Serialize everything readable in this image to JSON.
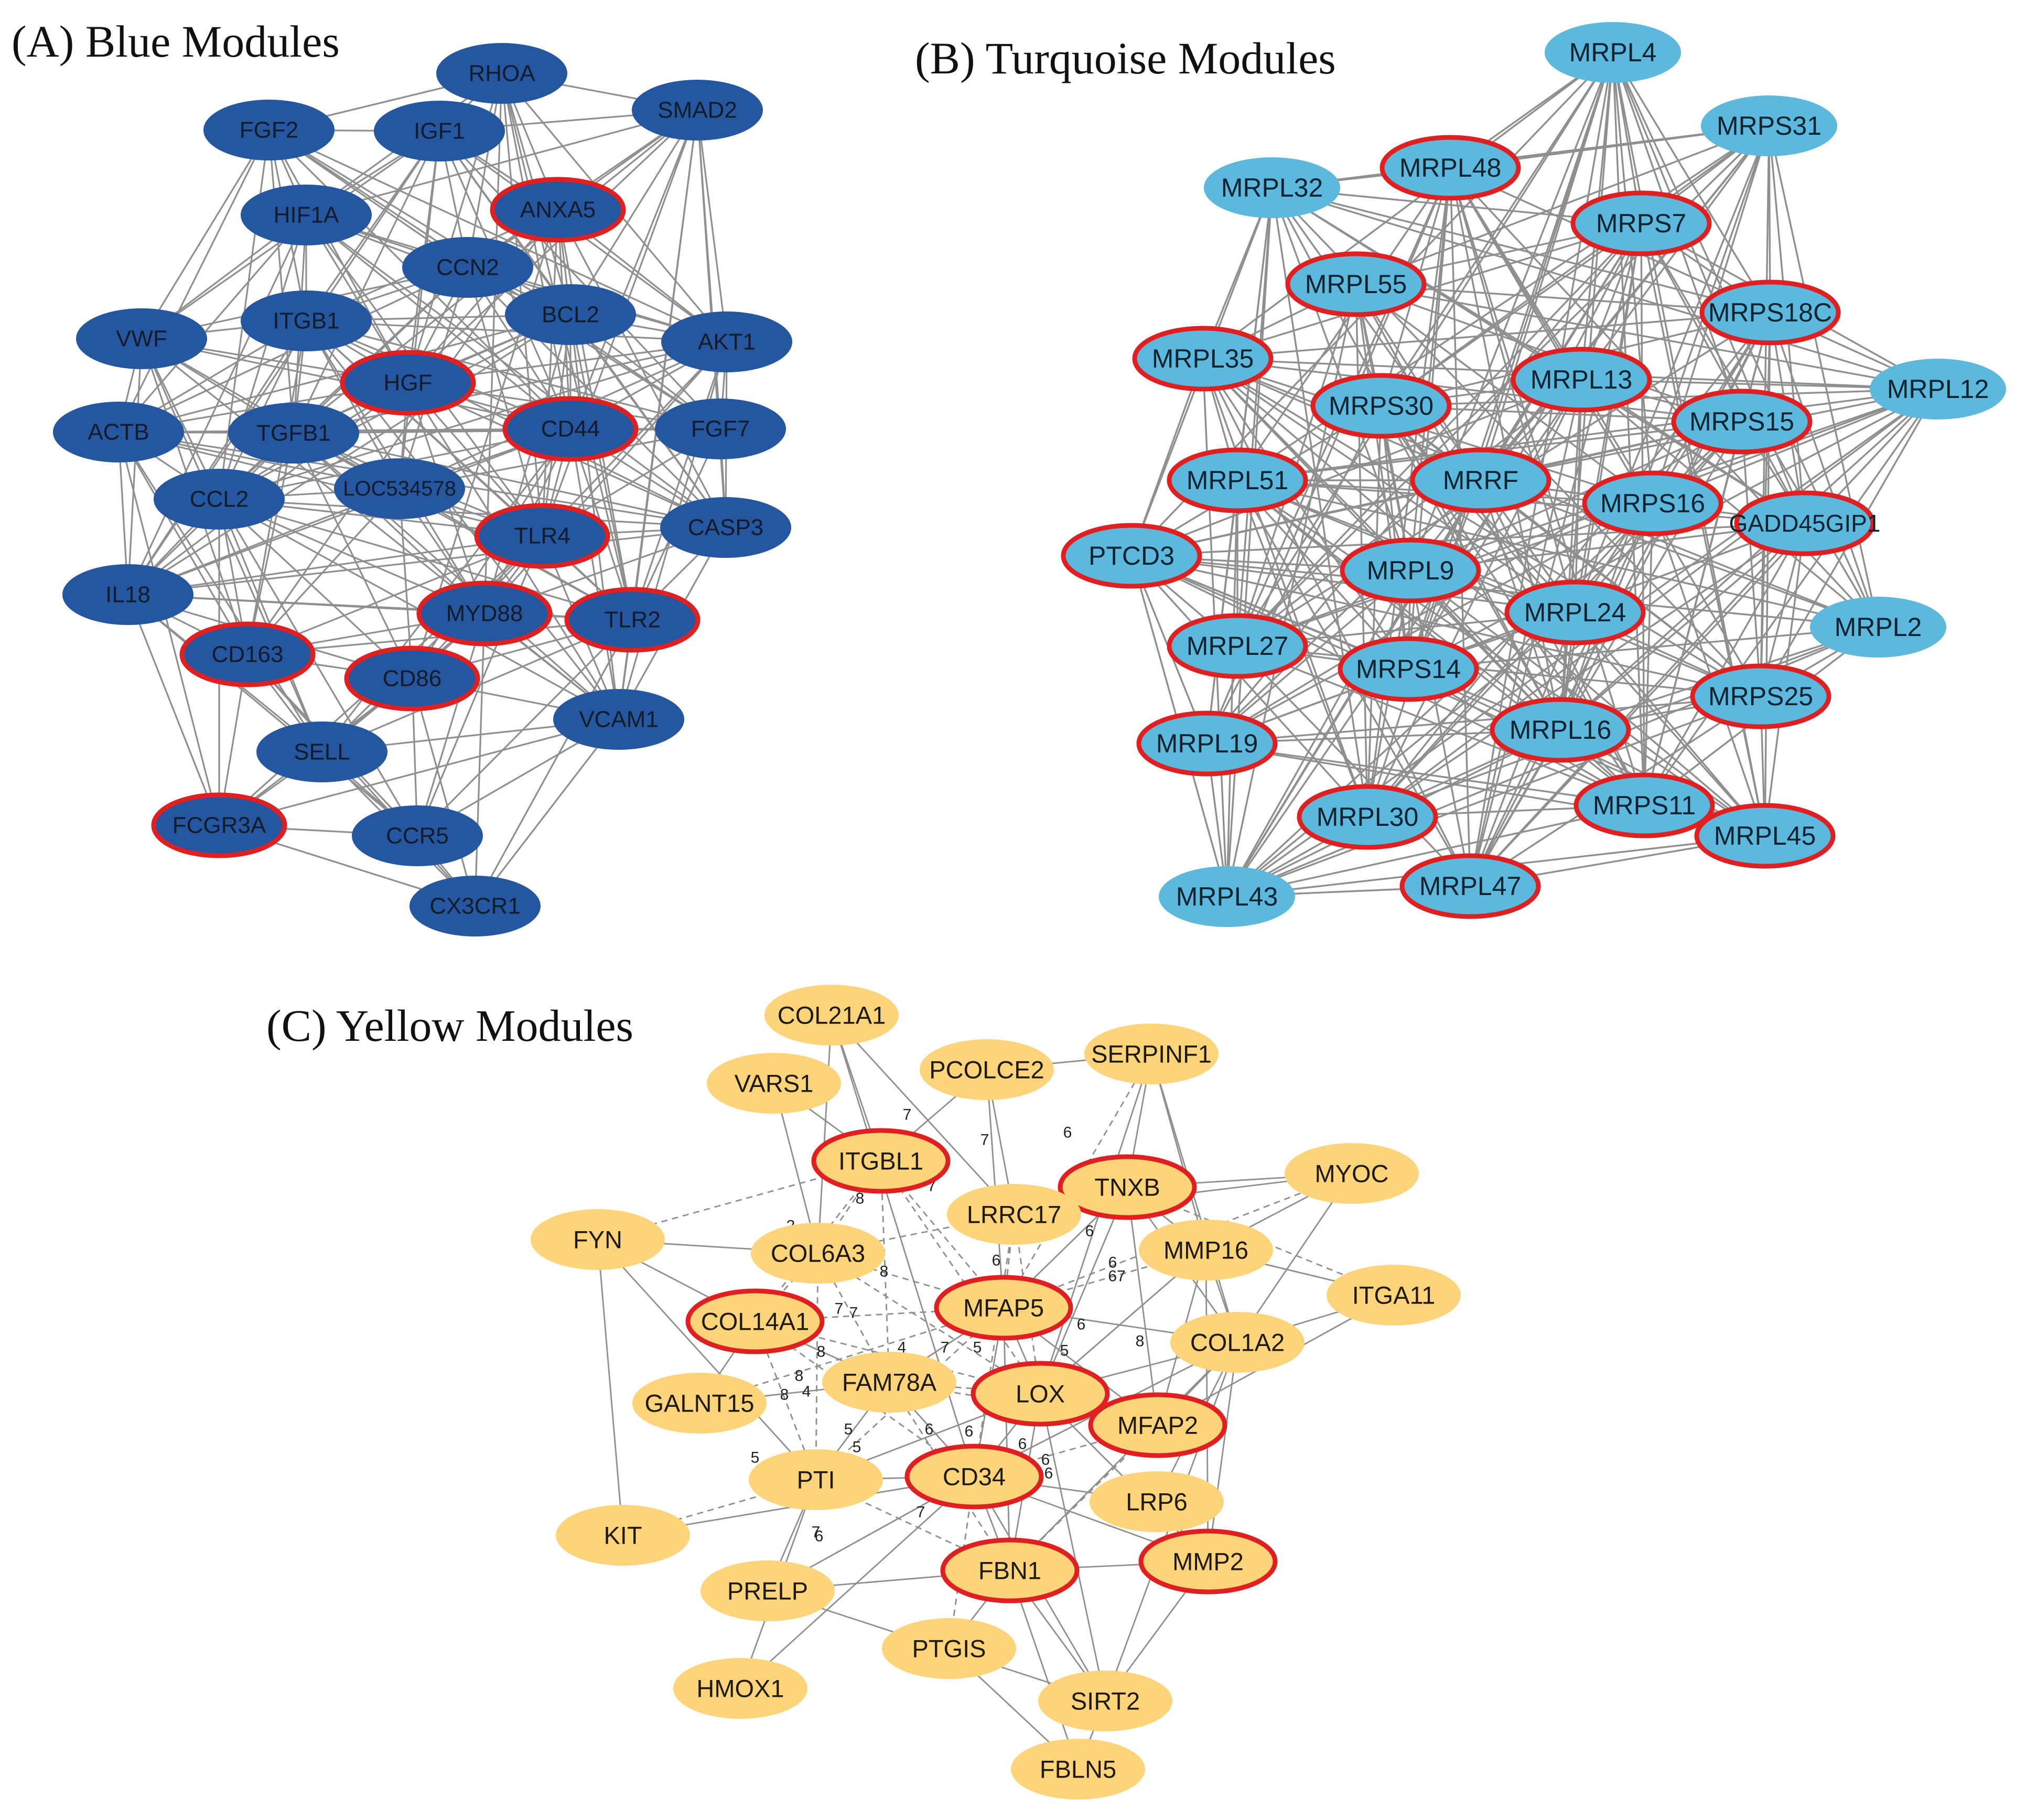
{
  "colors": {
    "blue_node": "#2457a0",
    "turquoise_node": "#5cb8dc",
    "yellow_node": "#fdd47a",
    "highlight_ring": "#e02020",
    "edge": "#8f8f8f"
  },
  "panels": [
    {
      "key": "A",
      "title": "(A)  Blue Modules",
      "nodes": [
        {
          "id": "RHOA",
          "label": "RHOA",
          "highlight": false
        },
        {
          "id": "SMAD2",
          "label": "SMAD2",
          "highlight": false
        },
        {
          "id": "FGF2",
          "label": "FGF2",
          "highlight": false
        },
        {
          "id": "IGF1",
          "label": "IGF1",
          "highlight": false
        },
        {
          "id": "ANXA5",
          "label": "ANXA5",
          "highlight": true
        },
        {
          "id": "HIF1A",
          "label": "HIF1A",
          "highlight": false
        },
        {
          "id": "CCN2",
          "label": "CCN2",
          "highlight": false
        },
        {
          "id": "BCL2",
          "label": "BCL2",
          "highlight": false
        },
        {
          "id": "VWF",
          "label": "VWF",
          "highlight": false
        },
        {
          "id": "ITGB1",
          "label": "ITGB1",
          "highlight": false
        },
        {
          "id": "AKT1",
          "label": "AKT1",
          "highlight": false
        },
        {
          "id": "HGF",
          "label": "HGF",
          "highlight": true
        },
        {
          "id": "ACTB",
          "label": "ACTB",
          "highlight": false
        },
        {
          "id": "TGFB1",
          "label": "TGFB1",
          "highlight": false
        },
        {
          "id": "CD44",
          "label": "CD44",
          "highlight": true
        },
        {
          "id": "FGF7",
          "label": "FGF7",
          "highlight": false
        },
        {
          "id": "LOC534578",
          "label": "LOC534578",
          "highlight": false
        },
        {
          "id": "CCL2",
          "label": "CCL2",
          "highlight": false
        },
        {
          "id": "TLR4",
          "label": "TLR4",
          "highlight": true
        },
        {
          "id": "CASP3",
          "label": "CASP3",
          "highlight": false
        },
        {
          "id": "IL18",
          "label": "IL18",
          "highlight": false
        },
        {
          "id": "MYD88",
          "label": "MYD88",
          "highlight": true
        },
        {
          "id": "TLR2",
          "label": "TLR2",
          "highlight": true
        },
        {
          "id": "CD163",
          "label": "CD163",
          "highlight": true
        },
        {
          "id": "CD86",
          "label": "CD86",
          "highlight": true
        },
        {
          "id": "VCAM1",
          "label": "VCAM1",
          "highlight": false
        },
        {
          "id": "SELL",
          "label": "SELL",
          "highlight": false
        },
        {
          "id": "FCGR3A",
          "label": "FCGR3A",
          "highlight": true
        },
        {
          "id": "CCR5",
          "label": "CCR5",
          "highlight": false
        },
        {
          "id": "CX3CR1",
          "label": "CX3CR1",
          "highlight": false
        }
      ]
    },
    {
      "key": "B",
      "title": "(B)   Turquoise Modules",
      "nodes": [
        {
          "id": "MRPL4",
          "label": "MRPL4",
          "highlight": false
        },
        {
          "id": "MRPS31",
          "label": "MRPS31",
          "highlight": false
        },
        {
          "id": "MRPL32",
          "label": "MRPL32",
          "highlight": false
        },
        {
          "id": "MRPL48",
          "label": "MRPL48",
          "highlight": true
        },
        {
          "id": "MRPS7",
          "label": "MRPS7",
          "highlight": true
        },
        {
          "id": "MRPL55",
          "label": "MRPL55",
          "highlight": true
        },
        {
          "id": "MRPS18C",
          "label": "MRPS18C",
          "highlight": true
        },
        {
          "id": "MRPL35",
          "label": "MRPL35",
          "highlight": true
        },
        {
          "id": "MRPL13",
          "label": "MRPL13",
          "highlight": true
        },
        {
          "id": "MRPL12",
          "label": "MRPL12",
          "highlight": false
        },
        {
          "id": "MRPS30",
          "label": "MRPS30",
          "highlight": true
        },
        {
          "id": "MRPS15",
          "label": "MRPS15",
          "highlight": true
        },
        {
          "id": "MRPL51",
          "label": "MRPL51",
          "highlight": true
        },
        {
          "id": "MRRF",
          "label": "MRRF",
          "highlight": true
        },
        {
          "id": "MRPS16",
          "label": "MRPS16",
          "highlight": true
        },
        {
          "id": "GADD45GIP1",
          "label": "GADD45GIP1",
          "highlight": true
        },
        {
          "id": "PTCD3",
          "label": "PTCD3",
          "highlight": true
        },
        {
          "id": "MRPL9",
          "label": "MRPL9",
          "highlight": true
        },
        {
          "id": "MRPL24",
          "label": "MRPL24",
          "highlight": true
        },
        {
          "id": "MRPL2",
          "label": "MRPL2",
          "highlight": false
        },
        {
          "id": "MRPL27",
          "label": "MRPL27",
          "highlight": true
        },
        {
          "id": "MRPS14",
          "label": "MRPS14",
          "highlight": true
        },
        {
          "id": "MRPS25",
          "label": "MRPS25",
          "highlight": true
        },
        {
          "id": "MRPL16",
          "label": "MRPL16",
          "highlight": true
        },
        {
          "id": "MRPL19",
          "label": "MRPL19",
          "highlight": true
        },
        {
          "id": "MRPS11",
          "label": "MRPS11",
          "highlight": true
        },
        {
          "id": "MRPL45",
          "label": "MRPL45",
          "highlight": true
        },
        {
          "id": "MRPL30",
          "label": "MRPL30",
          "highlight": true
        },
        {
          "id": "MRPL47",
          "label": "MRPL47",
          "highlight": true
        },
        {
          "id": "MRPL43",
          "label": "MRPL43",
          "highlight": false
        }
      ]
    },
    {
      "key": "C",
      "title": "(C)  Yellow Modules",
      "nodes": [
        {
          "id": "COL21A1",
          "label": "COL21A1",
          "highlight": false
        },
        {
          "id": "VARS1",
          "label": "VARS1",
          "highlight": false
        },
        {
          "id": "PCOLCE2",
          "label": "PCOLCE2",
          "highlight": false
        },
        {
          "id": "SERPINF1",
          "label": "SERPINF1",
          "highlight": false
        },
        {
          "id": "ITGBL1",
          "label": "ITGBL1",
          "highlight": true
        },
        {
          "id": "MYOC",
          "label": "MYOC",
          "highlight": false
        },
        {
          "id": "TNXB",
          "label": "TNXB",
          "highlight": true
        },
        {
          "id": "LRRC17",
          "label": "LRRC17",
          "highlight": false
        },
        {
          "id": "FYN",
          "label": "FYN",
          "highlight": false
        },
        {
          "id": "COL6A3",
          "label": "COL6A3",
          "highlight": false
        },
        {
          "id": "MMP16",
          "label": "MMP16",
          "highlight": false
        },
        {
          "id": "ITGA11",
          "label": "ITGA11",
          "highlight": false
        },
        {
          "id": "MFAP5",
          "label": "MFAP5",
          "highlight": true
        },
        {
          "id": "COL14A1",
          "label": "COL14A1",
          "highlight": true
        },
        {
          "id": "COL1A2",
          "label": "COL1A2",
          "highlight": false
        },
        {
          "id": "FAM78A",
          "label": "FAM78A",
          "highlight": false
        },
        {
          "id": "LOX",
          "label": "LOX",
          "highlight": true
        },
        {
          "id": "GALNT15",
          "label": "GALNT15",
          "highlight": false
        },
        {
          "id": "MFAP2",
          "label": "MFAP2",
          "highlight": true
        },
        {
          "id": "CD34",
          "label": "CD34",
          "highlight": true
        },
        {
          "id": "PTI",
          "label": "PTI",
          "highlight": false
        },
        {
          "id": "LRP6",
          "label": "LRP6",
          "highlight": false
        },
        {
          "id": "KIT",
          "label": "KIT",
          "highlight": false
        },
        {
          "id": "FBN1",
          "label": "FBN1",
          "highlight": true
        },
        {
          "id": "MMP2",
          "label": "MMP2",
          "highlight": true
        },
        {
          "id": "PRELP",
          "label": "PRELP",
          "highlight": false
        },
        {
          "id": "PTGIS",
          "label": "PTGIS",
          "highlight": false
        },
        {
          "id": "HMOX1",
          "label": "HMOX1",
          "highlight": false
        },
        {
          "id": "SIRT2",
          "label": "SIRT2",
          "highlight": false
        },
        {
          "id": "FBLN5",
          "label": "FBLN5",
          "highlight": false
        }
      ],
      "edge_labels": [
        "7",
        "7",
        "6",
        "8",
        "7",
        "6",
        "6",
        "2",
        "6",
        "8",
        "6",
        "67",
        "7",
        "7",
        "8",
        "6",
        "8",
        "4",
        "7",
        "5",
        "5",
        "8",
        "4",
        "8",
        "5",
        "5",
        "5",
        "6",
        "6",
        "7",
        "6",
        "6",
        "6",
        "5",
        "7",
        "7",
        "6"
      ]
    }
  ]
}
